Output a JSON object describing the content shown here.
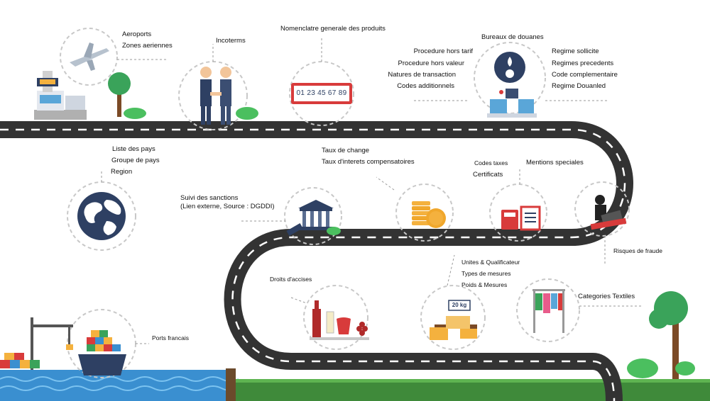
{
  "colors": {
    "road": "#333333",
    "road_dash": "#ffffff",
    "icon_navy": "#2e4063",
    "tree_green": "#3aa35a",
    "water": "#3a8fd0",
    "grass": "#3f8a3a",
    "dashed_circle": "#c8c8c8"
  },
  "nodes": {
    "aeroports": {
      "icon": "airplane-icon",
      "labels": [
        "Aeroports",
        "Zones aeriennes"
      ]
    },
    "incoterms": {
      "icon": "handshake-icon",
      "labels": [
        "Incoterms"
      ]
    },
    "nomenclature": {
      "icon": "code-box-icon",
      "labels": [
        "Nomenclatre generale des produits"
      ],
      "code": "01 23 45 67 89"
    },
    "bureaux": {
      "icon": "customs-emblem-icon",
      "title": "Bureaux de douanes",
      "left_labels": [
        "Procedure hors tarif",
        "Procedure hors valeur",
        "Natures de transaction",
        "Codes additionnels"
      ],
      "right_labels": [
        "Regime sollicite",
        "Regimes precedents",
        "Code complementaire",
        "Regime Douanled"
      ]
    },
    "pays": {
      "icon": "globe-icon",
      "labels": [
        "Liste des pays",
        "Groupe de pays",
        "Region"
      ]
    },
    "sanctions": {
      "icon": "courthouse-icon",
      "labels": [
        "Suivi des sanctions",
        "(Lien externe, Source : DGDDI)"
      ]
    },
    "change": {
      "icon": "coins-icon",
      "labels": [
        "Taux de change",
        "Taux d'interets compensatoires"
      ]
    },
    "taxes": {
      "icon": "calculator-icon",
      "labels": [
        "Codes taxes",
        "Certificats"
      ]
    },
    "mentions": {
      "icon": "hacker-icon",
      "labels": [
        "Mentions speciales"
      ]
    },
    "fraude": {
      "labels": [
        "Risques de fraude"
      ]
    },
    "accises": {
      "icon": "wine-icon",
      "labels": [
        "Droits d'accises"
      ]
    },
    "mesures": {
      "icon": "scale-boxes-icon",
      "labels": [
        "Unites & Qualificateur",
        "Types de mesures",
        "Poids & Mesures"
      ],
      "weight": "20 kg"
    },
    "textiles": {
      "icon": "clothes-rack-icon",
      "labels": [
        "Categories Textiles"
      ]
    },
    "ports": {
      "icon": "cargo-ship-icon",
      "labels": [
        "Ports francais"
      ]
    }
  }
}
